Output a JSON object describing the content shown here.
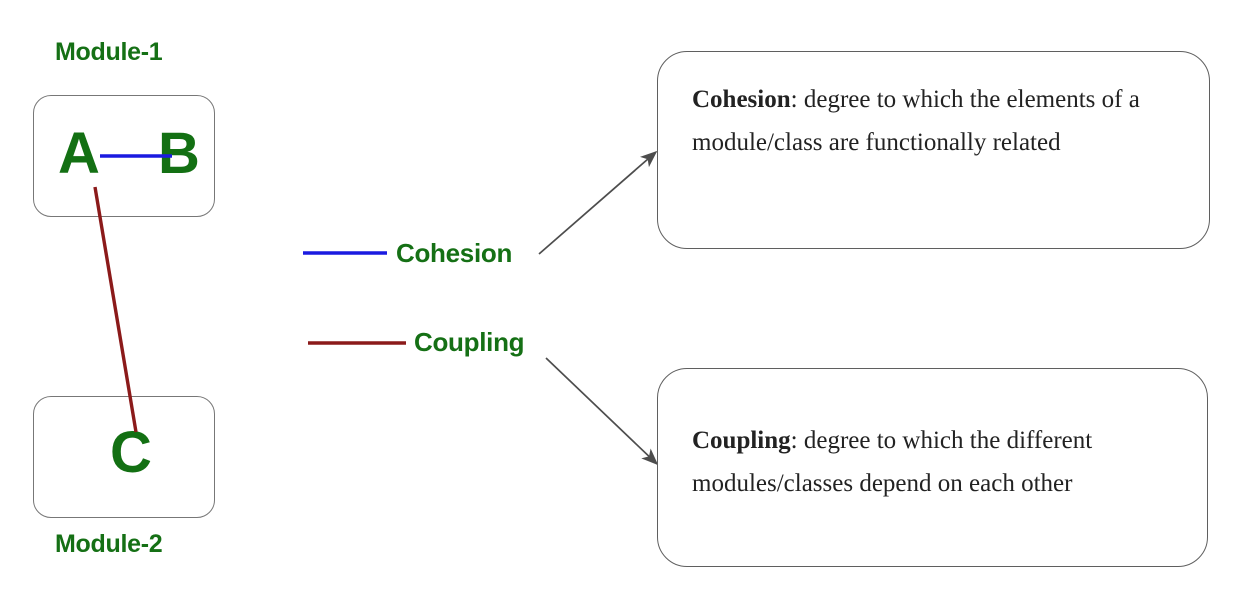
{
  "diagram": {
    "title_concepts": [
      "Cohesion",
      "Coupling"
    ],
    "modules": [
      {
        "caption": "Module-1",
        "elements": [
          "A",
          "B"
        ]
      },
      {
        "caption": "Module-2",
        "elements": [
          "C"
        ]
      }
    ],
    "colors": {
      "green_text": "#157015",
      "cohesion_line": "#1a1ae0",
      "coupling_line": "#8b1a1a",
      "box_border": "#777777",
      "callout_border": "#5f5f5f",
      "arrow": "#4d4d4d",
      "body_text": "#222222",
      "background": "#ffffff"
    },
    "legend": [
      {
        "label": "Cohesion",
        "swatch_color": "#1a1ae0",
        "swatch_name": "blue-line-swatch"
      },
      {
        "label": "Coupling",
        "swatch_color": "#8b1a1a",
        "swatch_name": "dark-red-line-swatch"
      }
    ],
    "links": [
      {
        "name": "cohesion-link-a-b",
        "from": "A",
        "to": "B",
        "type": "cohesion",
        "color": "#1a1ae0"
      },
      {
        "name": "coupling-link-a-c",
        "from": "A",
        "to": "C",
        "type": "coupling",
        "color": "#8b1a1a"
      }
    ],
    "callouts": [
      {
        "term": "Cohesion",
        "separator": ": ",
        "definition": "degree to which the elements of a module/class are functionally related",
        "full_text": "Cohesion: degree to which the elements of a module/class are functionally related"
      },
      {
        "term": "Coupling",
        "separator": ": ",
        "definition": "degree to which the different modules/classes depend on each other",
        "full_text": "Coupling: degree to which the different modules/classes depend on each other"
      }
    ],
    "arrows": [
      {
        "name": "cohesion-callout-arrow",
        "from_label": "Cohesion",
        "to_callout": "Cohesion"
      },
      {
        "name": "coupling-callout-arrow",
        "from_label": "Coupling",
        "to_callout": "Coupling"
      }
    ]
  }
}
